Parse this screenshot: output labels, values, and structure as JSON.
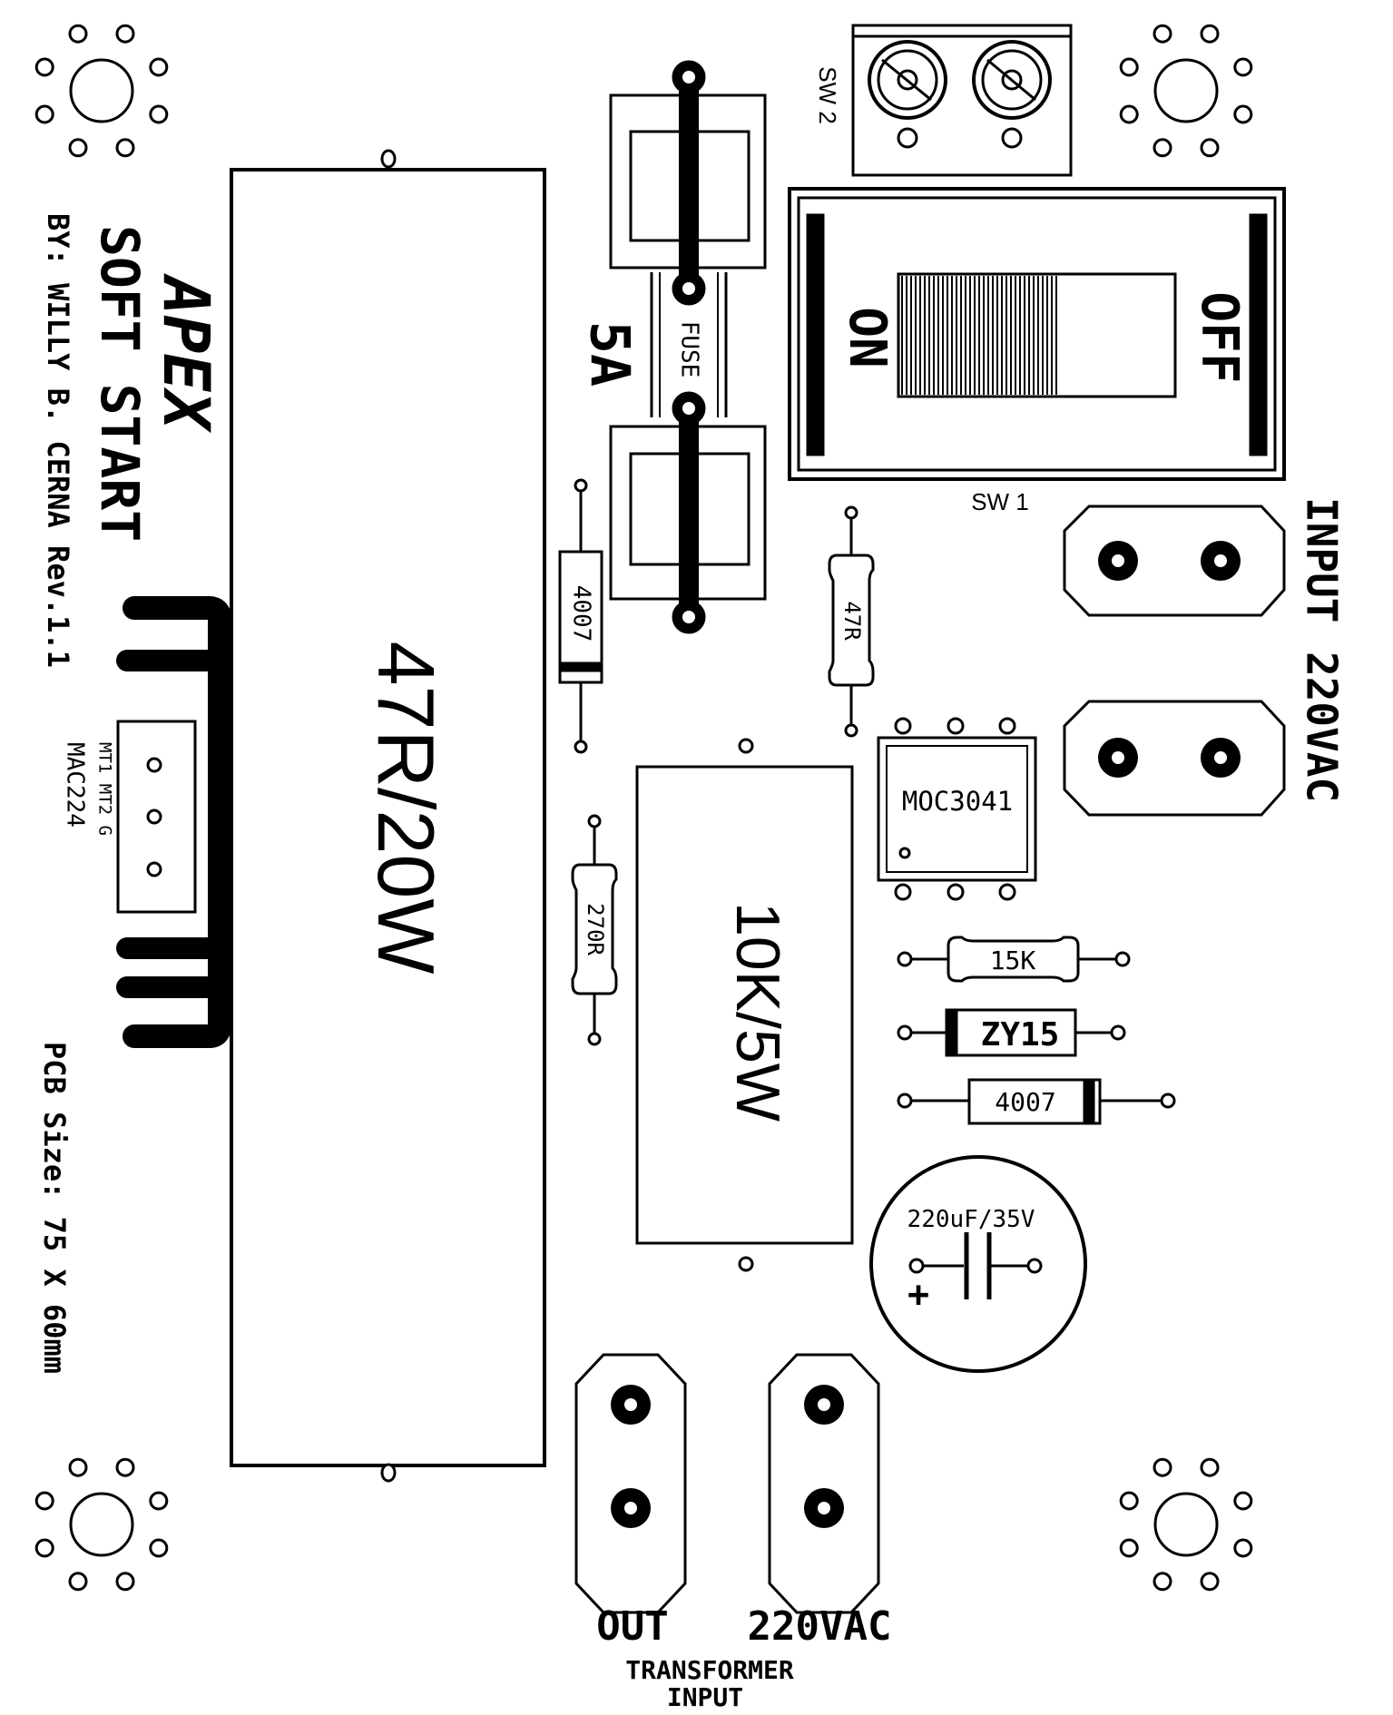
{
  "title": {
    "brand": "APEX",
    "name": "SOFT START",
    "author": "BY: WILLY B. CERNA Rev.1.1",
    "pcb_size": "PCB Size: 75 X 60mm"
  },
  "components": {
    "big_resistor": "47R/20W",
    "mid_resistor": "10K/5W",
    "fuse_label": "FUSE",
    "fuse_rating": "5A",
    "diode_vertical": "4007",
    "r47": "47R",
    "r270": "270R",
    "opto": "MOC3041",
    "r15k": "15K",
    "zener": "ZY15",
    "diode_horizontal": "4007",
    "capacitor": "220uF/35V",
    "cap_plus": "+",
    "switch1_label": "SW 1",
    "switch1_on": "ON",
    "switch1_off": "OFF",
    "switch2_label": "SW 2",
    "triac_pins": "MT1 MT2  G",
    "triac_name": "MAC224"
  },
  "connectors": {
    "input_label": "INPUT",
    "input_voltage": "220VAC",
    "out_label": "OUT",
    "out_voltage": "220VAC",
    "transformer_line1": "TRANSFORMER",
    "transformer_line2": "INPUT"
  }
}
